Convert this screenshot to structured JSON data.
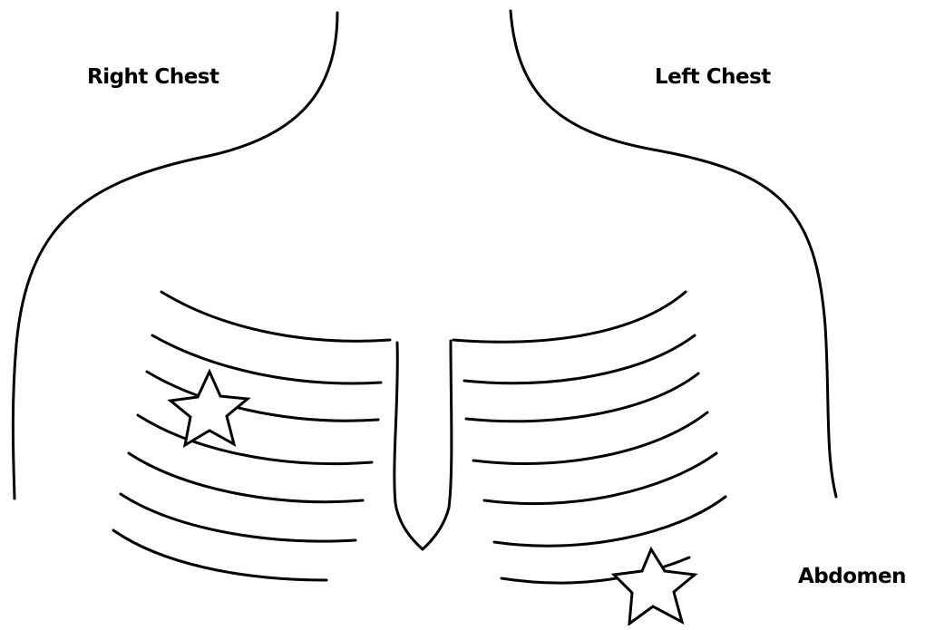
{
  "labels": {
    "right_chest": "Right Chest",
    "left_chest": "Left Chest",
    "abdomen": "Abdomen"
  },
  "markers": {
    "count": 2,
    "shape": "star"
  },
  "colors": {
    "stroke": "#000000",
    "background": "#ffffff"
  }
}
